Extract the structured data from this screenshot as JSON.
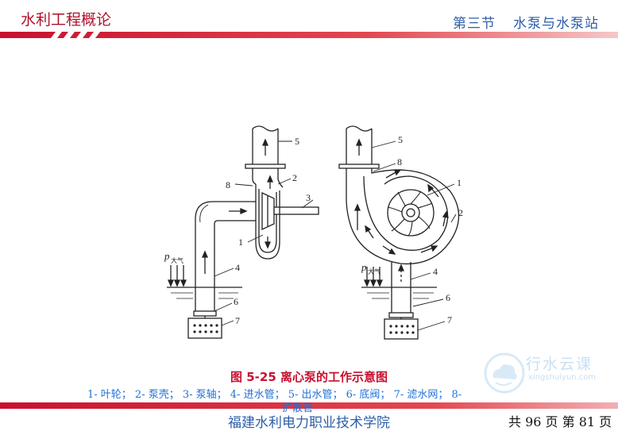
{
  "header": {
    "course_title": "水利工程概论",
    "section": "第三节",
    "section_title": "水泵与水泵站"
  },
  "colors": {
    "accent_red": "#c8102e",
    "accent_blue": "#2e5ea8",
    "legend_blue": "#1f6fd6"
  },
  "figure": {
    "left_labels": [
      "5",
      "8",
      "2",
      "3",
      "1",
      "4",
      "6",
      "7"
    ],
    "right_labels": [
      "5",
      "8",
      "1",
      "2",
      "4",
      "6",
      "7"
    ],
    "pressure_symbol": "p",
    "pressure_sub": "大气"
  },
  "caption": {
    "title": "图 5-25    离心泵的工作示意图",
    "legend_line1": "1- 叶轮；  2- 泵壳；  3- 泵轴；  4- 进水管；  5- 出水管；  6- 底阀；  7- 滤水网；  8-",
    "legend_line2": "扩散管"
  },
  "footer": {
    "institution": "福建水利电力职业技术学院",
    "pages": "共 96 页  第 81 页"
  },
  "watermark": {
    "main": "行水云课",
    "sub": "xingshuiyun.com"
  }
}
